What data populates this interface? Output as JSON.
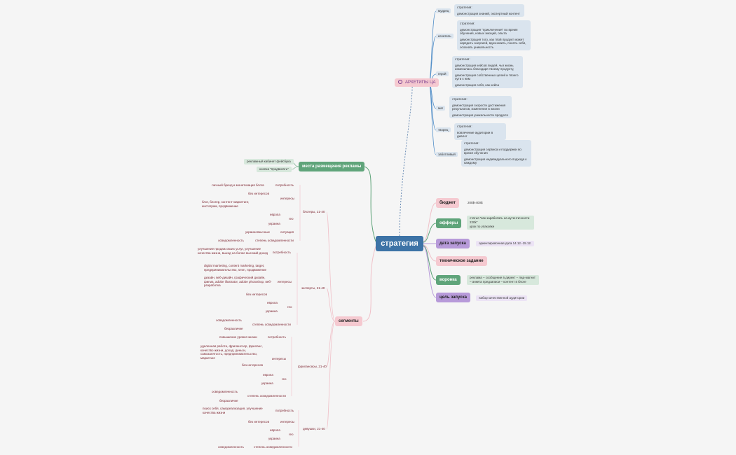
{
  "root": "стратегия",
  "archetypes": {
    "label": "АРХЕТИПЫ ЦА",
    "items": [
      {
        "name": "мудрец",
        "lines": [
          "стратегия:",
          "демонстрация знаний, экспертный контент"
        ]
      },
      {
        "name": "искатель",
        "lines": [
          "стратегия:",
          "демонстрация \"приключения\" во время обучения, новых эмоций, опыта",
          "демонстрация того, как твой продукт может зарядить энергией, вдохновить, понять себя, осознать уникальность"
        ]
      },
      {
        "name": "герой",
        "lines": [
          "стратегия:",
          "демонстрация кейсов людей, чья жизнь изменилась благодаря твоему продукту,",
          "демонстрация собственных целей и твоего пути к ним",
          "демонстрация себя, как кейса"
        ]
      },
      {
        "name": "маг",
        "lines": [
          "стратегия:",
          "демонстрация скорости достижения результатов, изменения в жизни",
          "демонстрация уникальности продукта"
        ]
      },
      {
        "name": "творец",
        "lines": [
          "стратегия:",
          "вовлечение аудитории в диалог"
        ]
      },
      {
        "name": "заботливый",
        "lines": [
          "стратегия:",
          "демонстрация сервиса и поддержки во время обучения",
          "демонстрация индивидуального подхода к каждому"
        ]
      }
    ]
  },
  "placement": {
    "label": "места размещения рекламы",
    "items": [
      "рекламный кабинет фейсбука",
      "кнопка \"продвигать\""
    ]
  },
  "right": [
    {
      "label": "бюджет",
      "value": "200$-400$"
    },
    {
      "label": "офферы",
      "value": "статья \"как заработать на аутентичности 220k\"\nурок по упаковке"
    },
    {
      "label": "дата запуска",
      "value": "ориентировочная дата 14.12.-15.12."
    },
    {
      "label": "техническое задание",
      "value": ""
    },
    {
      "label": "воронка",
      "value": "реклама – сообщение в директ – лид-магнит – анкета предзаписи – контент в блоге"
    },
    {
      "label": "цель запуска",
      "value": "набор качественной аудитории"
    }
  ],
  "segments": {
    "label": "сегменты",
    "groups": [
      {
        "name": "блогеры, 21-40",
        "rows": [
          [
            "потребность",
            "личный бренд и монетизация блога"
          ],
          [
            "интересы",
            "без интересов"
          ],
          [
            "",
            "блог, блогер, контент-маркетинг, инстаграм, продвижение"
          ],
          [
            "гео",
            "европа"
          ],
          [
            "",
            "украина"
          ],
          [
            "ситуация",
            "украиноязычные"
          ],
          [
            "степень осведомленности",
            "осведомленность"
          ]
        ]
      },
      {
        "name": "эксперты, 21-40",
        "rows": [
          [
            "потребность",
            "улучшение продаж своих услуг, улучшение качества жизни, выход на более высокий доход"
          ],
          [
            "интересы",
            "digital marketing, content marketing, target, предпринимательство, smm, продвижение"
          ],
          [
            "",
            "дизайн, веб-дизайн, графический дизайн, фигма, adobe illustrator, adobe photoshop, веб-разработка"
          ],
          [
            "",
            "без интересов"
          ],
          [
            "гео",
            "европа"
          ],
          [
            "",
            "украина"
          ],
          [
            "степень осведомленности",
            "осведомленность"
          ],
          [
            "",
            "безразличие"
          ]
        ]
      },
      {
        "name": "фрилансеры, 21-40",
        "rows": [
          [
            "потребность",
            "повышение уровня жизни"
          ],
          [
            "интересы",
            "удаленная работа, фриланссер, фриланс, качество жизни, доход, деньги, самозанятость, предпринимательство, маркетинг"
          ],
          [
            "",
            "без интересов"
          ],
          [
            "гео",
            "европа"
          ],
          [
            "",
            "украина"
          ],
          [
            "степень осведомленности",
            "осведомленность"
          ],
          [
            "",
            "безразличие"
          ]
        ]
      },
      {
        "name": "девушки, 21-40",
        "rows": [
          [
            "потребность",
            "поиск себя, самореализация, улучшение качества жизни"
          ],
          [
            "интересы",
            "без интересов"
          ],
          [
            "гео",
            "европа"
          ],
          [
            "",
            "украина"
          ],
          [
            "степень осведомленности",
            "осведомленность"
          ]
        ]
      }
    ]
  },
  "colors": {
    "root": "#3d73a6",
    "pink": "#f5c9d0",
    "green": "#5fa47a",
    "purple": "#b79ad9",
    "blue": "#c9d7e6"
  }
}
